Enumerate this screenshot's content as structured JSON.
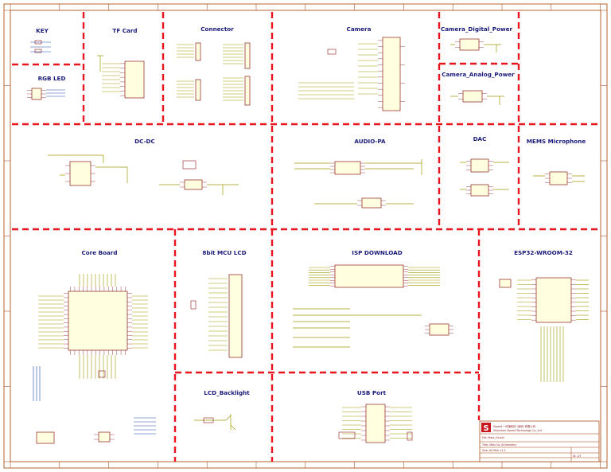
{
  "sheet": {
    "sections": [
      {
        "id": "key",
        "title": "KEY"
      },
      {
        "id": "tfcard",
        "title": "TF Card"
      },
      {
        "id": "connector",
        "title": "Connector"
      },
      {
        "id": "camera",
        "title": "Camera"
      },
      {
        "id": "cam-digital-power",
        "title": "Camera_Digital_Power"
      },
      {
        "id": "rgb-led",
        "title": "RGB LED"
      },
      {
        "id": "cam-analog-power",
        "title": "Camera_Analog_Power"
      },
      {
        "id": "dcdc",
        "title": "DC-DC"
      },
      {
        "id": "audio-pa",
        "title": "AUDIO-PA"
      },
      {
        "id": "dac",
        "title": "DAC"
      },
      {
        "id": "mems-mic",
        "title": "MEMS Microphone"
      },
      {
        "id": "core-board",
        "title": "Core Board"
      },
      {
        "id": "mcu-lcd",
        "title": "8bit MCU LCD"
      },
      {
        "id": "isp-download",
        "title": "ISP DOWNLOAD"
      },
      {
        "id": "esp32",
        "title": "ESP32-WROOM-32"
      },
      {
        "id": "lcd-backlight",
        "title": "LCD_Backlight"
      },
      {
        "id": "usb-port",
        "title": "USB Port"
      }
    ],
    "title_block": {
      "logo": "S",
      "lines": [
        "Sipeed • 矽速科技 (深圳) 有限公司",
        "Shenzhen Sipeed Technology Co.,Ltd",
        "File: Maix_Go.sch",
        "Title: Maix Go (Schematic)",
        "Size: A4   Rev: v1.2",
        "Id: 1/1"
      ]
    }
  }
}
